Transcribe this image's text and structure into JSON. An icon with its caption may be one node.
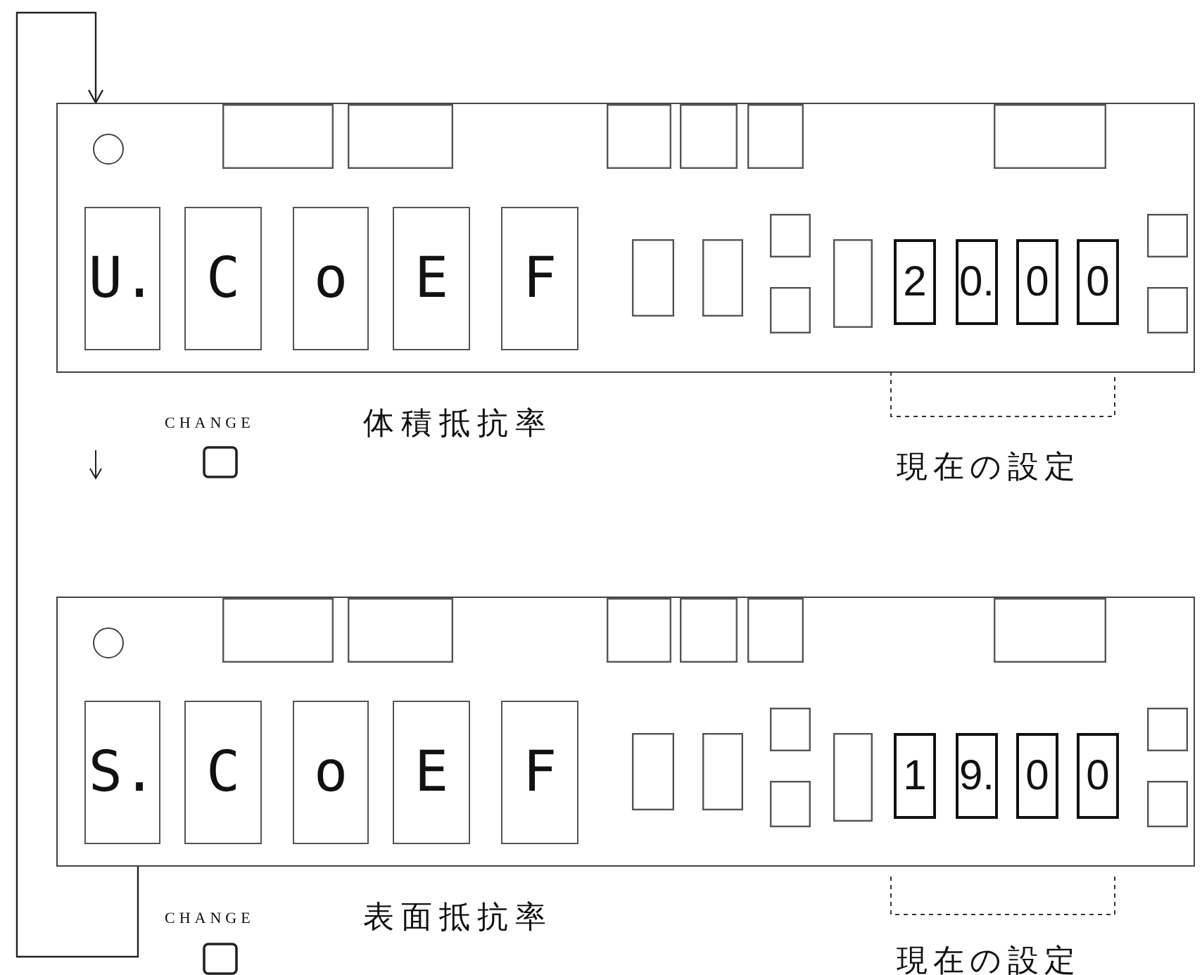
{
  "diagram": {
    "nodes": [
      {
        "text": [
          "U.",
          "C",
          "o",
          "E",
          "F",
          "2",
          "0.",
          "0",
          "0"
        ]
      },
      {
        "text": [
          "S.",
          "C",
          "o",
          "E",
          "F",
          "1",
          "9.",
          "0",
          "0"
        ]
      }
    ],
    "edges": [
      {
        "from": 1,
        "to": 0,
        "arrow": "to"
      }
    ],
    "labels": [
      "CHANGE",
      "体積抵抗率",
      "現在の設定",
      "CHANGE",
      "表面抵抗率",
      "現在の設定"
    ]
  }
}
